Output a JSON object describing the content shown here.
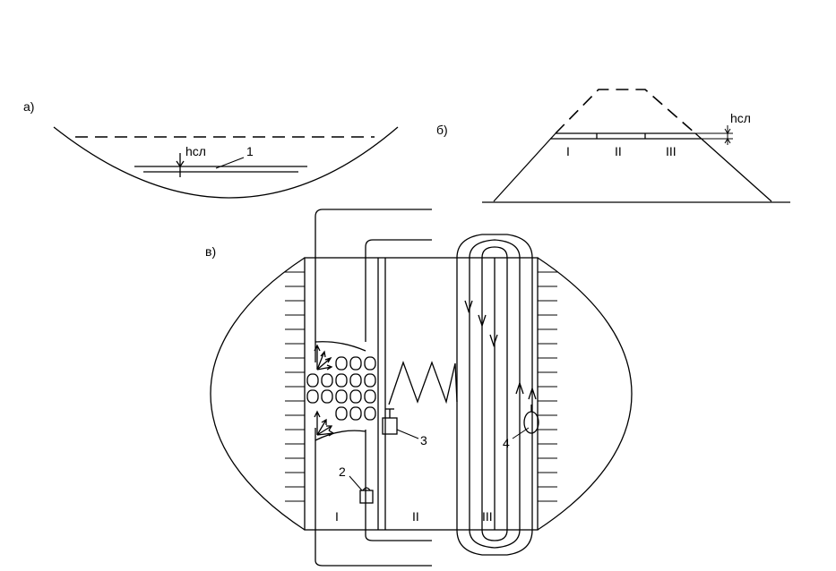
{
  "panel_a": {
    "label": "а)",
    "layer_label": "hсл",
    "callout": "1"
  },
  "panel_b": {
    "label": "б)",
    "layer_label": "hсл",
    "zones": [
      "I",
      "II",
      "III"
    ]
  },
  "panel_c": {
    "label": "в)",
    "zones": [
      "I",
      "II",
      "III"
    ],
    "callouts": [
      "2",
      "3",
      "4"
    ]
  }
}
